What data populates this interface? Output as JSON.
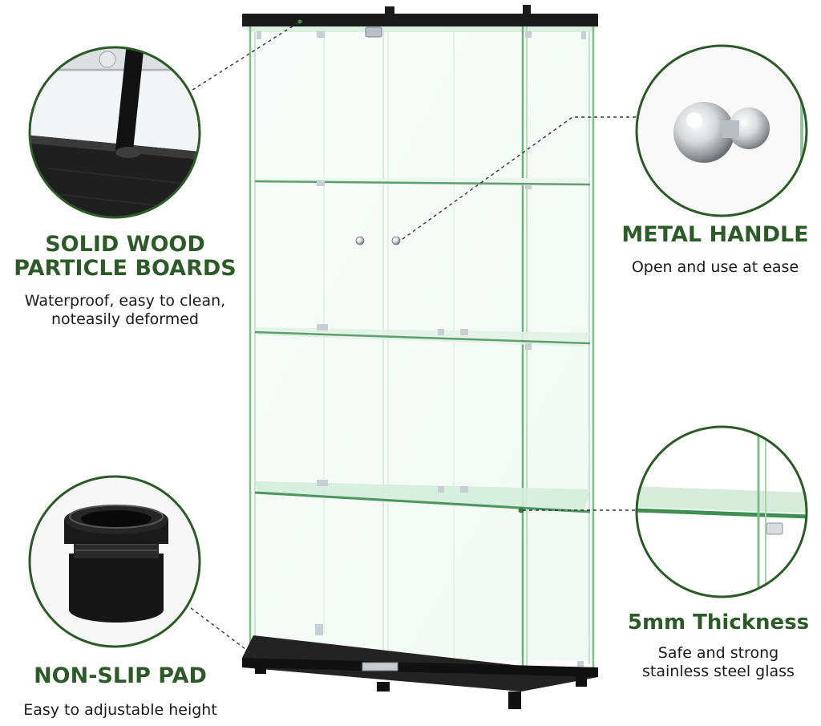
{
  "colors": {
    "heading": "#2e5a2a",
    "circle_border": "#2e5a2a",
    "glass_edge": "#6fae7e",
    "shelf_green": "#8fc79b",
    "board_black": "#1b1b1b"
  },
  "callouts": {
    "wood": {
      "heading_lines": [
        "SOLID WOOD",
        "PARTICLE BOARDS"
      ],
      "desc_lines": [
        "Waterproof, easy to clean,",
        "noteasily deformed"
      ]
    },
    "handle": {
      "heading_lines": [
        "METAL HANDLE"
      ],
      "desc_lines": [
        "Open and use at ease"
      ]
    },
    "thickness": {
      "heading_lines": [
        "5mm Thickness"
      ],
      "desc_lines": [
        "Safe and strong",
        "stainless steel glass"
      ]
    },
    "pad": {
      "heading_lines": [
        "NON-SLIP PAD"
      ],
      "desc_lines": [
        "Easy to adjustable height"
      ]
    }
  },
  "icons": {
    "wood_detail": "wood-board-strap-icon",
    "handle_detail": "metal-knob-icon",
    "thickness_detail": "glass-edge-icon",
    "pad_detail": "foot-pad-icon"
  }
}
